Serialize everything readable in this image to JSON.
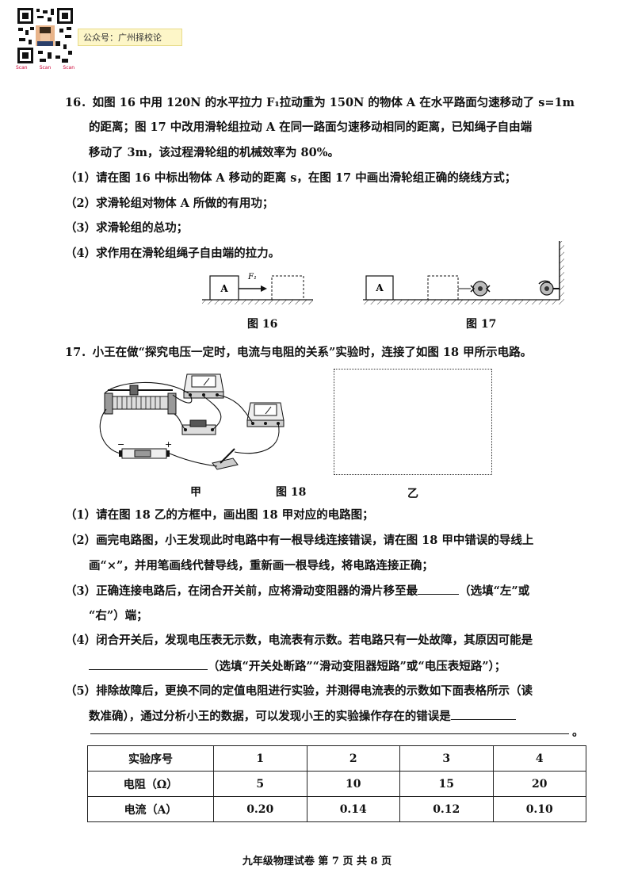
{
  "header": {
    "badge": "公众号：广州择校论",
    "qr_caption": [
      "Scan",
      "Scan",
      "Scan"
    ]
  },
  "q16": {
    "lines": [
      "16．如图 16 中用 120N 的水平拉力 F₁拉动重为 150N 的物体 A 在水平路面匀速移动了 s=1m",
      "的距离；图 17 中改用滑轮组拉动 A 在同一路面匀速移动相同的距离，已知绳子自由端",
      "移动了 3m，该过程滑轮组的机械效率为 80%。",
      "（1）请在图 16 中标出物体 A 移动的距离 s，在图 17 中画出滑轮组正确的绕线方式；",
      "（2）求滑轮组对物体 A 所做的有用功；",
      "（3）求滑轮组的总功；",
      "（4）求作用在滑轮组绳子自由端的拉力。"
    ],
    "fig16": {
      "block_label": "A",
      "force_label": "F₁",
      "caption": "图 16"
    },
    "fig17": {
      "block_label": "A",
      "caption": "图 17"
    }
  },
  "q17": {
    "intro": "17．小王在做“探究电压一定时，电流与电阻的关系”实验时，连接了如图 18 甲所示电路。",
    "fig18": {
      "label_left": "甲",
      "caption": "图 18",
      "label_right": "乙",
      "minus": "−",
      "plus": "+"
    },
    "p1": "（1）请在图 18 乙的方框中，画出图 18 甲对应的电路图；",
    "p2a": "（2）画完电路图，小王发现此时电路中有一根导线连接错误，请在图 18 甲中错误的导线上",
    "p2b": "画“×”，并用笔画线代替导线，重新画一根导线，将电路连接正确；",
    "p3a_pre": "（3）正确连接电路后，在闭合开关前，应将滑动变阻器的滑片移至最",
    "p3a_post": "（选填“左”或",
    "p3b": "“右”）端；",
    "p4a": "（4）闭合开关后，发现电压表无示数，电流表有示数。若电路只有一处故障，其原因可能是",
    "p4b": "（选填“开关处断路”“滑动变阻器短路”或“电压表短路”）；",
    "p5a_pre": "（5）排除故障后，更换不同的定值电阻进行实验，并测得电流表的示数如下面表格所示（读",
    "p5b_pre": "数准确），通过分析小王的数据，可以发现小王的实验操作存在的错误是",
    "p5c_end": "。"
  },
  "table": {
    "rows": [
      [
        "实验序号",
        "1",
        "2",
        "3",
        "4"
      ],
      [
        "电阻（Ω）",
        "5",
        "10",
        "15",
        "20"
      ],
      [
        "电流（A）",
        "0.20",
        "0.14",
        "0.12",
        "0.10"
      ]
    ]
  },
  "footer": "九年级物理试卷  第 7 页  共 8 页"
}
